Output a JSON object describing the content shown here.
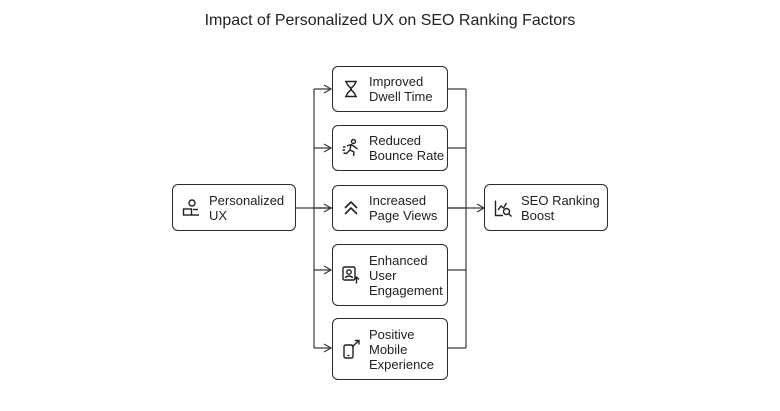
{
  "title": "Impact of Personalized UX on SEO Ranking Factors",
  "source": {
    "label_line1": "Personalized",
    "label_line2": "UX",
    "icon": "person-laptop-icon"
  },
  "factors": [
    {
      "line1": "Improved",
      "line2": "Dwell Time",
      "line3": "",
      "icon": "hourglass-icon"
    },
    {
      "line1": "Reduced",
      "line2": "Bounce Rate",
      "line3": "",
      "icon": "running-person-icon"
    },
    {
      "line1": "Increased",
      "line2": "Page Views",
      "line3": "",
      "icon": "double-chevron-up-icon"
    },
    {
      "line1": "Enhanced",
      "line2": "User",
      "line3": "Engagement",
      "icon": "user-upload-icon"
    },
    {
      "line1": "Positive",
      "line2": "Mobile",
      "line3": "Experience",
      "icon": "mobile-arrow-icon"
    }
  ],
  "target": {
    "label_line1": "SEO Ranking",
    "label_line2": "Boost",
    "icon": "chart-search-icon"
  }
}
